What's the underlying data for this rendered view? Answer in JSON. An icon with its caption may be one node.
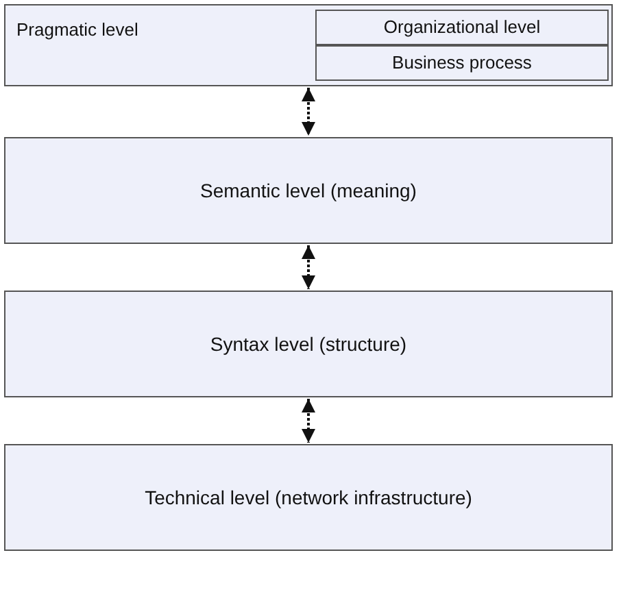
{
  "diagram": {
    "nodes": [
      {
        "text": [
          "Pragmatic level"
        ]
      },
      {
        "text": [
          "Organizational level"
        ],
        "in": 0
      },
      {
        "text": [
          "Business process"
        ],
        "in": 0
      },
      {
        "text": [
          "Semantic level (meaning)"
        ]
      },
      {
        "text": [
          "Syntax level (structure)"
        ]
      },
      {
        "text": [
          "Technical level (network infrastructure)"
        ]
      }
    ],
    "edges": [
      {
        "from": 0,
        "to": 3,
        "arrow": "both"
      },
      {
        "from": 3,
        "to": 4,
        "arrow": "both"
      },
      {
        "from": 4,
        "to": 5,
        "arrow": "both"
      }
    ]
  }
}
